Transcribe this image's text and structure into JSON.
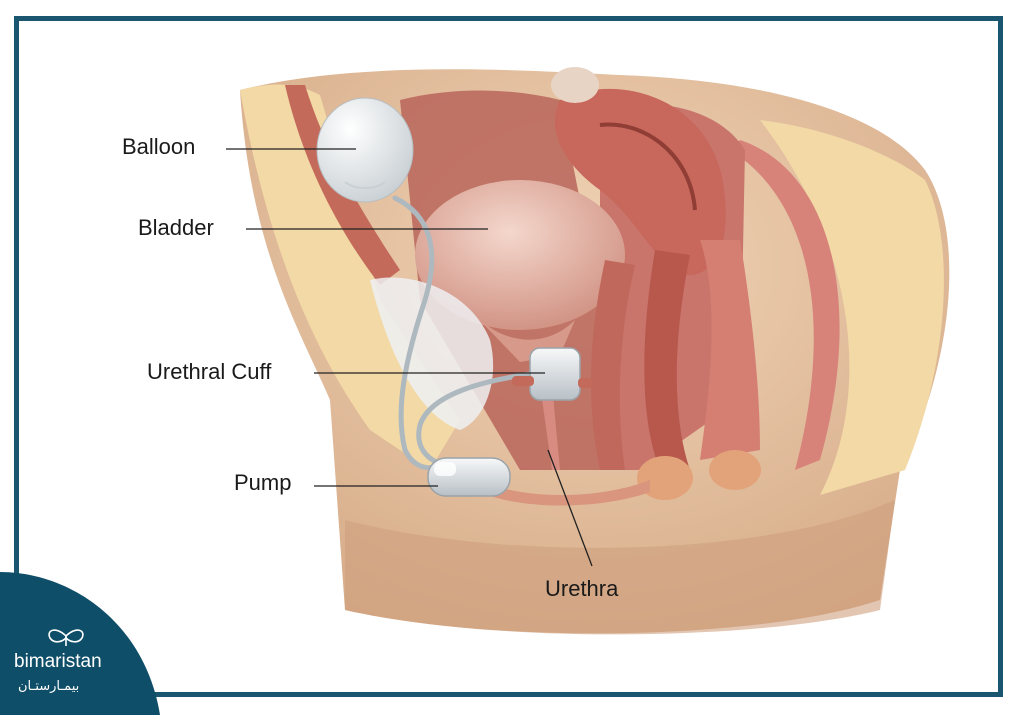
{
  "labels": {
    "balloon": "Balloon",
    "bladder": "Bladder",
    "urethral_cuff": "Urethral Cuff",
    "pump": "Pump",
    "urethra": "Urethra"
  },
  "brand": {
    "name": "bimaristan",
    "arabic_name": "بيمـارستـان",
    "logo_icon": "butterfly-icon"
  },
  "colors": {
    "frame": "#1b5670",
    "brand_bg": "#0f4e69",
    "skin": "#e9c9a8",
    "fat": "#f2d9a6",
    "muscle": "#c97a6c",
    "device": "#e8ebee"
  }
}
